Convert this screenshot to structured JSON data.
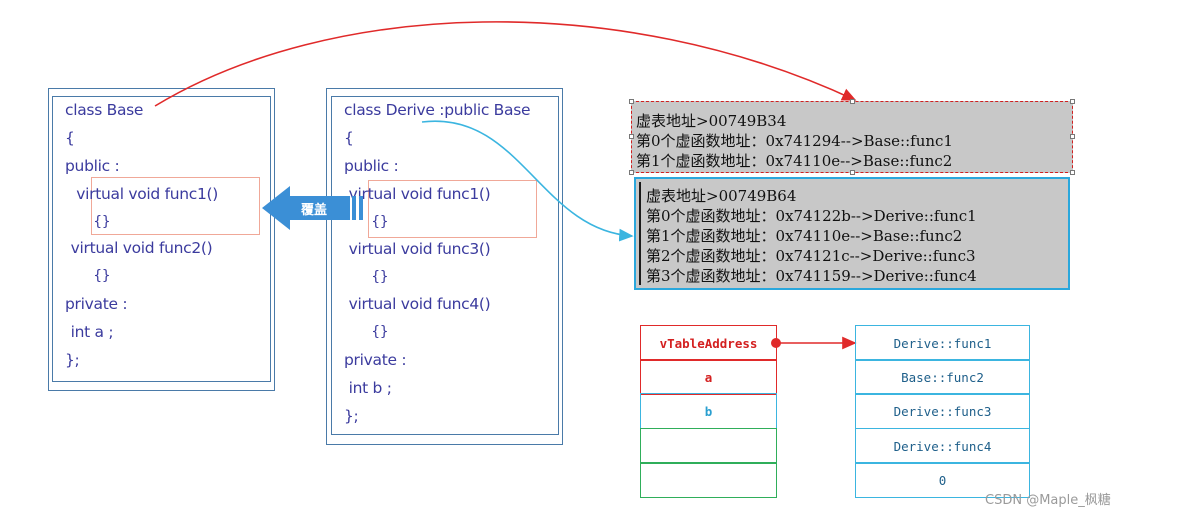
{
  "base_class": {
    "lines": [
      "class Base",
      "{",
      "public :",
      "  virtual void func1()",
      "        {}",
      " virtual void func2()",
      "        {}",
      "private :",
      " int a ;",
      "};"
    ]
  },
  "derive_class": {
    "lines": [
      "class Derive :public Base",
      "{",
      "public :",
      " virtual void func1()",
      "        {}",
      " virtual void func3()",
      "        {}",
      " virtual void func4()",
      "        {}",
      "private :",
      " int b ;",
      "};"
    ]
  },
  "override_label": "覆盖",
  "base_vtable_output": {
    "lines": [
      "虚表地址>00749B34",
      "第0个虚函数地址：0x741294-->Base::func1",
      "第1个虚函数地址：0x74110e-->Base::func2"
    ]
  },
  "derive_vtable_output": {
    "lines": [
      "虚表地址>00749B64",
      "第0个虚函数地址：0x74122b-->Derive::func1",
      "第1个虚函数地址：0x74110e-->Base::func2",
      "第2个虚函数地址：0x74121c-->Derive::func3",
      "第3个虚函数地址：0x741159-->Derive::func4"
    ]
  },
  "object_layout": {
    "cells": [
      "vTableAddress",
      "a",
      "b",
      "",
      ""
    ]
  },
  "vtable_layout": {
    "cells": [
      "Derive::func1",
      "Base::func2",
      "Derive::func3",
      "Derive::func4",
      "0"
    ]
  },
  "watermark": "CSDN @Maple_枫糖",
  "colors": {
    "code_text": "#3b3b9e",
    "box_border": "#4a7aa8",
    "highlight": "#f0a898",
    "red_arrow": "#e02a2a",
    "blue_arrow": "#3bb5e0",
    "override_arrow": "#3b8fd6",
    "panel_bg": "#c8c8c8"
  }
}
